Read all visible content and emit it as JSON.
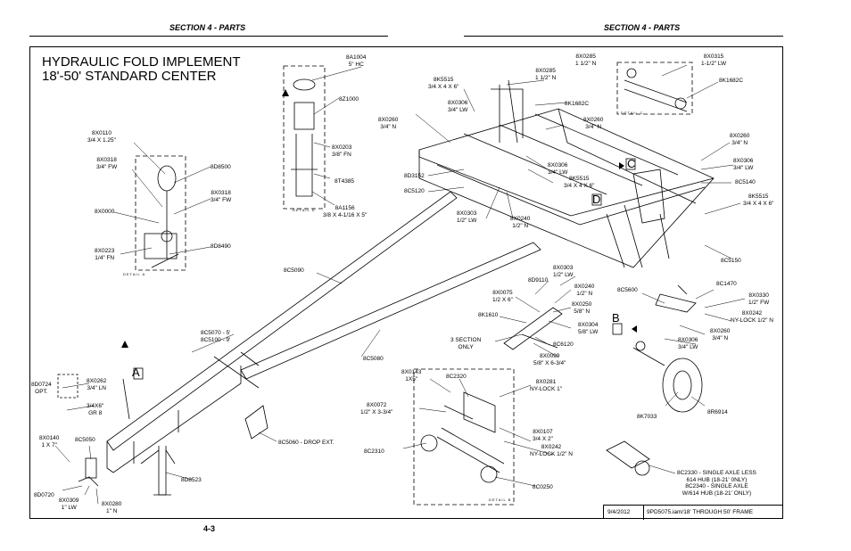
{
  "header": {
    "left": "SECTION 4 - PARTS",
    "right": "SECTION 4 - PARTS"
  },
  "title": {
    "line1": "HYDRAULIC FOLD IMPLEMENT",
    "line2": "18'-50' STANDARD CENTER"
  },
  "page_number": "4-3",
  "footer": {
    "date": "9/4/2012",
    "file": "9PD5075.iam/18' THROUGH 50' FRAME"
  },
  "details": {
    "a": "DETAIL A",
    "b": "DETAIL B",
    "c": "DETAIL C",
    "d": "DETAIL D"
  },
  "callouts": {
    "a": "A",
    "b": "B",
    "c": "C",
    "d": "D"
  },
  "labels": {
    "l_8a1004": "8A1004\n5\" HC",
    "l_8z1000": "8Z1000",
    "l_8x0203": "8X0203\n3/8\" FN",
    "l_8t4385": "8T4385",
    "l_8a1156": "8A1156\n3/8 X 4-1/16 X 5\"",
    "l_8x0110": "8X0110\n3/4 X 1.25\"",
    "l_8x0318a": "8X0318\n3/4\" FW",
    "l_8d8500": "8D8500",
    "l_8x0318b": "8X0318\n3/4\" FW",
    "l_8x0000": "8X0000",
    "l_8x0223": "8X0223\n1/4\" FN",
    "l_8d8490": "8D8490",
    "l_8k5515a": "8K5515\n3/4 X 4 X 6\"",
    "l_8x0285a": "8X0285\n1 1/2\" N",
    "l_8x0306a": "8X0306\n3/4\" LW",
    "l_8k1682c_a": "8K1682C",
    "l_8x0260a": "8X0260\n3/4\" N",
    "l_8x0260b": "8X0260\n3/4\" N",
    "l_8x0285b": "8X0285\n1 1/2\" N",
    "l_8x0315": "8X0315\n1-1/2\" LW",
    "l_8k1682c_b": "8K1682C",
    "l_8x0260c": "8X0260\n3/4\" N",
    "l_8x0306b": "8X0306\n3/4\" LW",
    "l_8c5140": "8C5140",
    "l_8k5515b": "8K5515\n3/4 X 4 X 6\"",
    "l_8d3152": "8D3152",
    "l_8c5120": "8C5120",
    "l_8x0306c": "8X0306\n3/4\" LW",
    "l_8k5515c": "8K5515\n3/4 X 4 X 6\"",
    "l_8x0303a": "8X0303\n1/2\" LW",
    "l_8x0240a": "8X0240\n1/2\" N",
    "l_8c5150": "8C5150",
    "l_8c5090": "8C5090",
    "l_8d9110": "8D9110",
    "l_8x0303b": "8X0303\n1/2\" LW",
    "l_8x0240b": "8X0240\n1/2\" N",
    "l_8x0075": "8X0075\n1/2 X 6\"",
    "l_8x0250": "8X0250\n5/8\" N",
    "l_8k1610": "8K1610",
    "l_8x0304": "8X0304\n5/8\" LW",
    "l_3section": "3 SECTION\nONLY",
    "l_8c6120": "8C6120",
    "l_8x0099": "8X0099\n5/8\" X 6-3/4\"",
    "l_8c5600": "8C5600",
    "l_8c1470": "8C1470",
    "l_8x0330": "8X0330\n1/2\" FW",
    "l_8x0242a": "8X0242\nNY-LOCK 1/2\" N",
    "l_8x0260d": "8X0260\n3/4\" N",
    "l_8x0306d": "8X0306\n3/4\" LW",
    "l_8c5070": "8C5070 - 5'\n8C5100 - 9'",
    "l_8c5080": "8C5080",
    "l_8d0724": "8D0724\nOPT.",
    "l_8x0262": "8X0262\n3/4\" LN",
    "l_34x6": "3/4X6\"\nGR 8",
    "l_8x0143": "8X0143\n1X5\"",
    "l_8c2320": "8C2320",
    "l_8x0281": "8X0281\nNY-LOCK 1\"",
    "l_8x0072": "8X0072\n1/2\" X 3-3/4\"",
    "l_8k7033": "8K7033",
    "l_8r6914": "8R6914",
    "l_8x0140": "8X0140\n1 X 7\"",
    "l_8c5050": "8C5050",
    "l_8c5060": "8C5060 - DROP EXT.",
    "l_8x0107": "8X0107\n3/4 X 2\"",
    "l_8x0242b": "8X0242\nNY-LOCK 1/2\" N",
    "l_8c2310": "8C2310",
    "l_8d8523": "8D8523",
    "l_8c0250": "8C0250",
    "l_8d0720": "8D0720",
    "l_8x0309": "8X0309\n1\" LW",
    "l_8x0280": "8X0280\n1\" N",
    "l_8c2330": "8C2330 - SINGLE AXLE LESS\n614 HUB (18-21' 0NLY)\n8C2340 - SINGLE AXLE\nW/614 HUB (18-21' ONLY)"
  }
}
